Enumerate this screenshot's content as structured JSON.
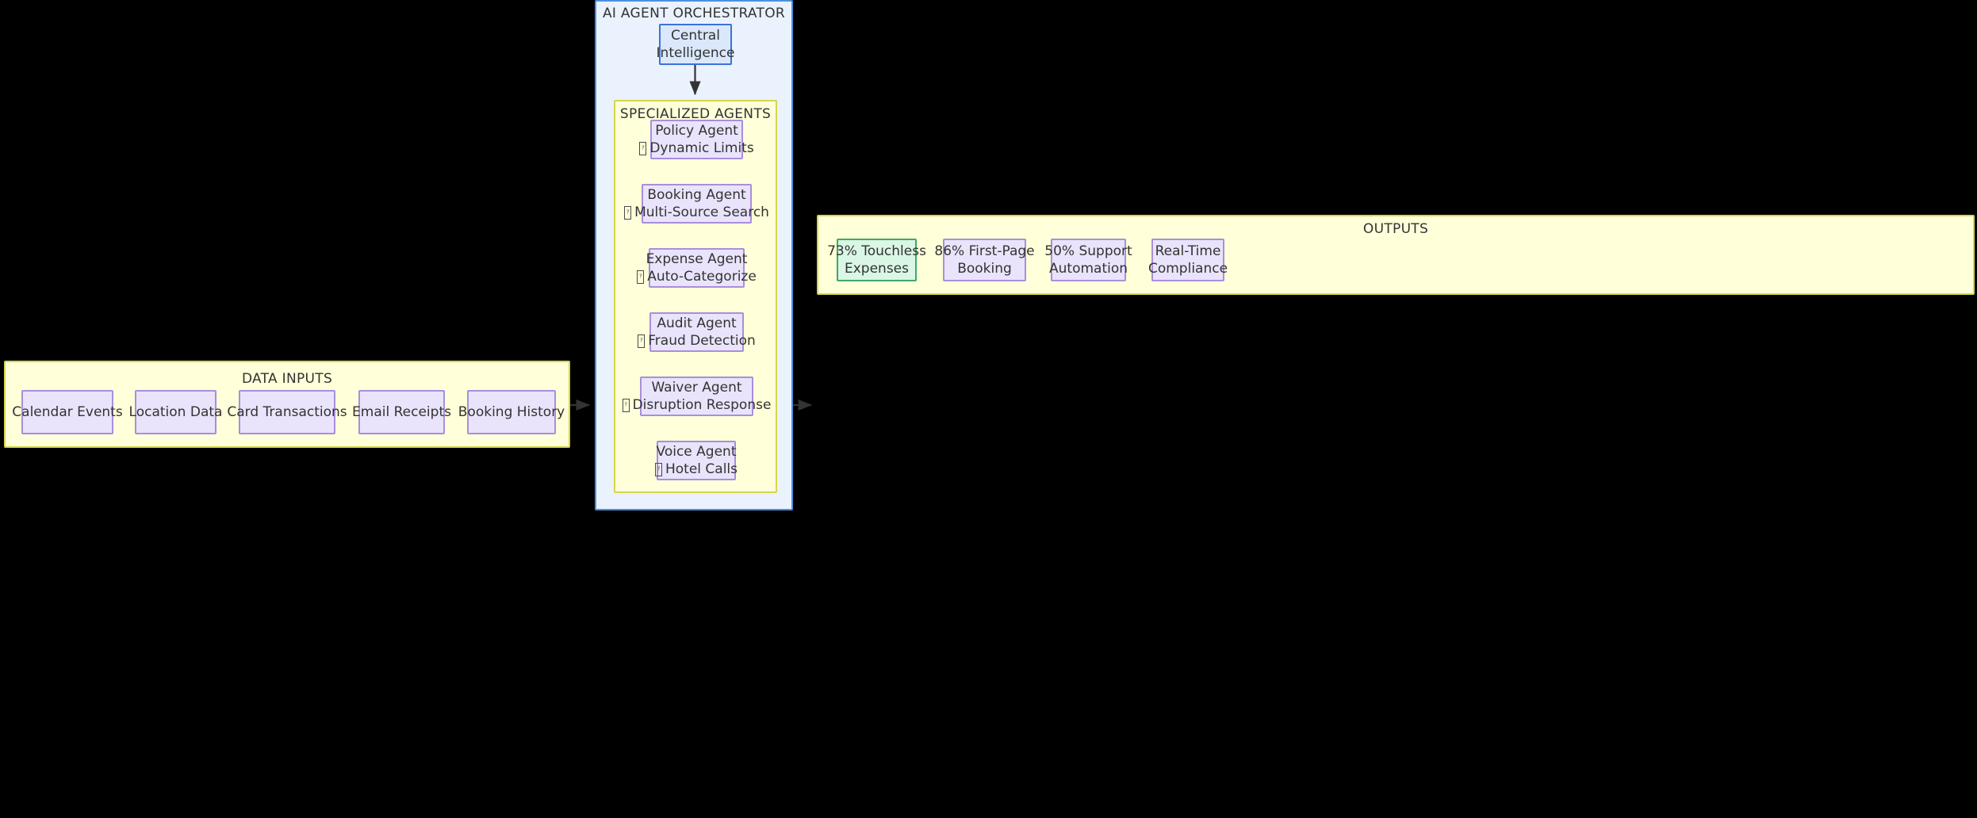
{
  "colors": {
    "background": "#000000",
    "cluster_yellow_fill": "#ffffd9",
    "cluster_yellow_border": "#d6d64d",
    "cluster_blue_fill": "#eaf2fe",
    "cluster_blue_border": "#4a90e2",
    "node_purple_fill": "#e9e4fb",
    "node_purple_border": "#a98ede",
    "node_blue_fill": "#dbe8fb",
    "node_blue_border": "#3b72d9",
    "node_green_fill": "#d9f7e4",
    "node_green_border": "#3fa868",
    "text": "#333333",
    "arrow": "#333333"
  },
  "data_inputs": {
    "title": "DATA INPUTS",
    "items": [
      {
        "label": "Calendar Events"
      },
      {
        "label": "Location Data"
      },
      {
        "label": "Card Transactions"
      },
      {
        "label": "Email Receipts"
      },
      {
        "label": "Booking History"
      }
    ]
  },
  "orchestrator": {
    "title": "AI AGENT ORCHESTRATOR",
    "central": {
      "line1": "Central",
      "line2": "Intelligence"
    },
    "specialized": {
      "title": "SPECIALIZED AGENTS",
      "agents": [
        {
          "name": "Policy Agent",
          "icon": "missing-glyph",
          "detail": "Dynamic Limits"
        },
        {
          "name": "Booking Agent",
          "icon": "missing-glyph",
          "detail": "Multi-Source Search"
        },
        {
          "name": "Expense Agent",
          "icon": "missing-glyph",
          "detail": "Auto-Categorize"
        },
        {
          "name": "Audit Agent",
          "icon": "missing-glyph",
          "detail": "Fraud Detection"
        },
        {
          "name": "Waiver Agent",
          "icon": "missing-glyph",
          "detail": "Disruption Response"
        },
        {
          "name": "Voice Agent",
          "icon": "missing-glyph",
          "detail": "Hotel Calls"
        }
      ]
    }
  },
  "outputs": {
    "title": "OUTPUTS",
    "items": [
      {
        "line1": "73% Touchless",
        "line2": "Expenses",
        "highlight": true
      },
      {
        "line1": "86% First-Page",
        "line2": "Booking",
        "highlight": false
      },
      {
        "line1": "50% Support",
        "line2": "Automation",
        "highlight": false
      },
      {
        "line1": "Real-Time",
        "line2": "Compliance",
        "highlight": false
      }
    ]
  }
}
